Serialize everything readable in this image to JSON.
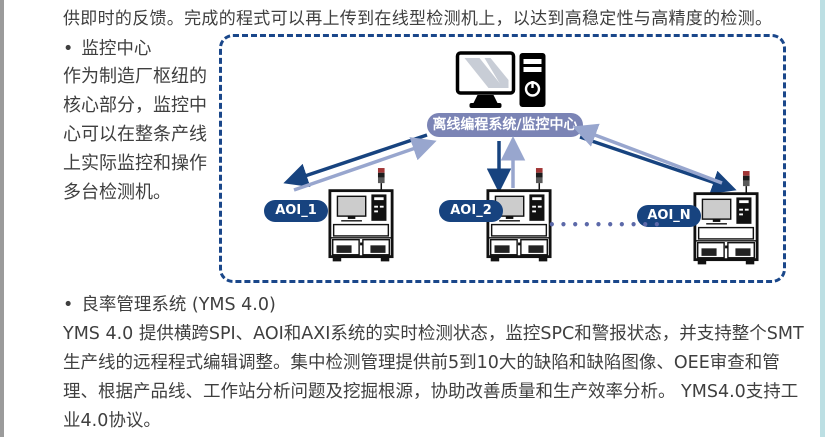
{
  "intro": {
    "text": "供即时的反馈。完成的程式可以再上传到在线型检测机上，以达到高稳定性与高精度的检测。"
  },
  "monitoring": {
    "bullet": "•",
    "heading": "监控中心",
    "paragraph_lines": [
      "作为制造厂枢纽的",
      "核心部分，监控中",
      "心可以在整条产线",
      "上实际监控和操作",
      "多台检测机。"
    ]
  },
  "diagram": {
    "center_label": "离线编程系统/监控中心",
    "machines": [
      {
        "label": "AOI_1"
      },
      {
        "label": "AOI_2"
      },
      {
        "label": "AOI_N"
      }
    ],
    "ellipsis": "••••••••••",
    "colors": {
      "dark_blue_arrow": "#17437f",
      "light_blue_arrow": "#98a6ce",
      "center_pill_bg": "#7b84b5",
      "aoi_pill_bg": "#17437f",
      "dashed_border": "#1a478a",
      "ellipsis_dots": "#5c69a9"
    }
  },
  "yms": {
    "bullet": "•",
    "heading": "良率管理系统 (YMS 4.0)",
    "paragraph_lines": [
      "YMS 4.0 提供横跨SPI、AOI和AXI系统的实时检测状态，监控SPC和警报状态，并支持整个SMT",
      "生产线的远程程式编辑调整。集中检测管理提供前5到10大的缺陷和缺陷图像、OEE审查和管",
      "理、根据产品线、工作站分析问题及挖掘根源，协助改善质量和生产效率分析。 YMS4.0支持工",
      "业4.0协议。"
    ]
  }
}
